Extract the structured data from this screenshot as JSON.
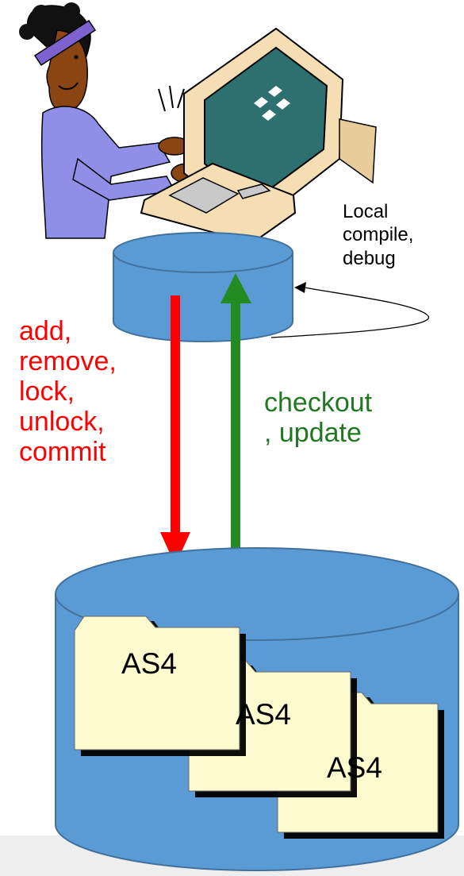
{
  "labels": {
    "local_note": [
      "Local",
      "compile,",
      "debug"
    ],
    "push_ops": [
      "add,",
      "remove,",
      "lock,",
      "unlock,",
      "commit"
    ],
    "pull_ops": [
      "checkout",
      ", update"
    ]
  },
  "repository": {
    "folders": [
      {
        "label": "AS4"
      },
      {
        "label": "AS4"
      },
      {
        "label": "AS4"
      }
    ]
  },
  "colors": {
    "cylinder_fill": "#5b9bd5",
    "cylinder_stroke": "#41719c",
    "push_arrow": "#ff0000",
    "pull_arrow": "#228b22",
    "folder_fill": "#fbfbcf",
    "footer_band": "#eeeeee"
  }
}
